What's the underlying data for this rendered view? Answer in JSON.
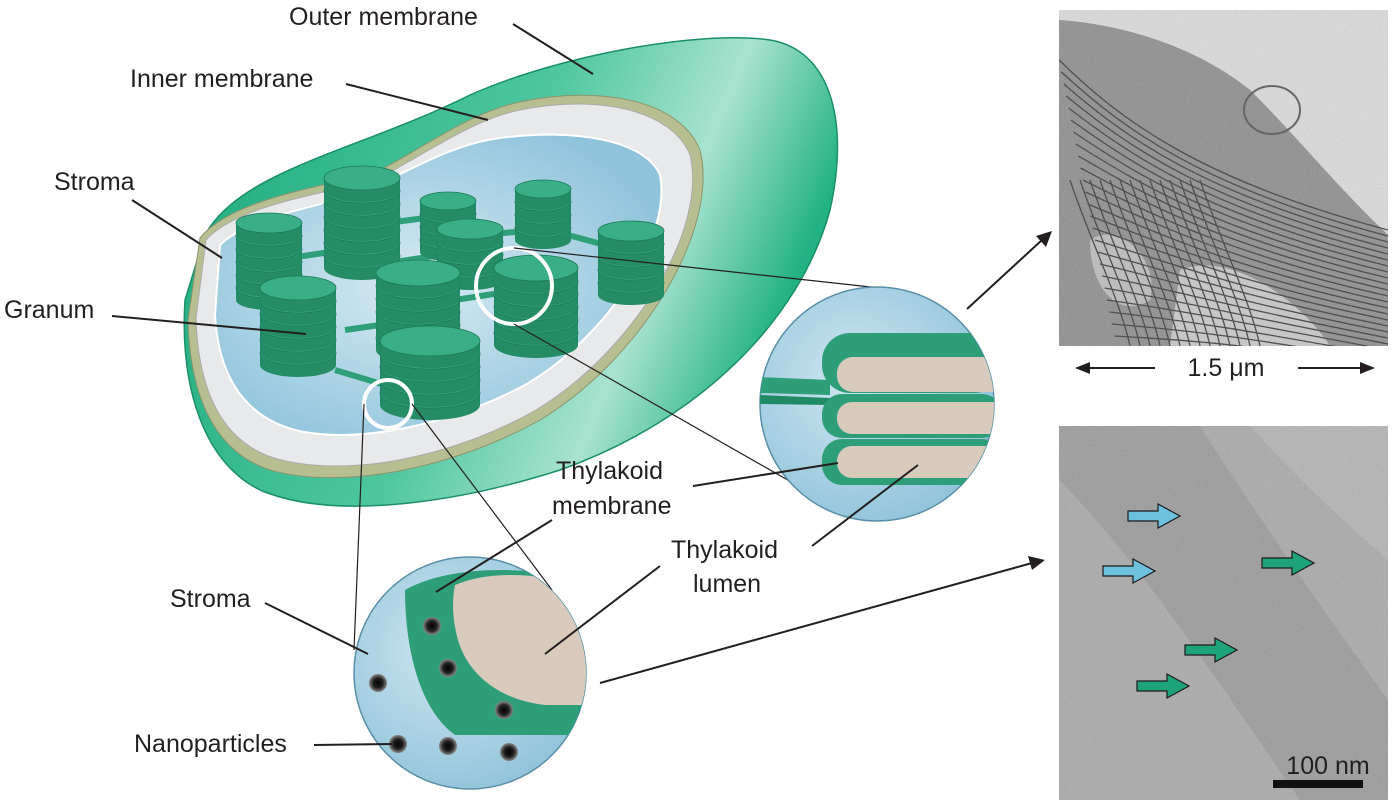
{
  "labels": {
    "outer_membrane": "Outer membrane",
    "inner_membrane": "Inner membrane",
    "stroma": "Stroma",
    "granum": "Granum",
    "thylakoid_membrane_line1": "Thylakoid",
    "thylakoid_membrane_line2": "membrane",
    "thylakoid_lumen_line1": "Thylakoid",
    "thylakoid_lumen_line2": "lumen",
    "stroma_lower": "Stroma",
    "nanoparticles": "Nanoparticles"
  },
  "micrographs": {
    "top_scale": "1.5 μm",
    "bottom_scale": "100 nm"
  },
  "arrow_colors": {
    "blue": "#6ec1dc",
    "green": "#1fa37a"
  },
  "colors": {
    "chloroplast_green": "#21b384",
    "stroma_blue": "#bcdbe9",
    "granum_green": "#2e9e78",
    "lumen_beige": "#d8cbbd"
  }
}
